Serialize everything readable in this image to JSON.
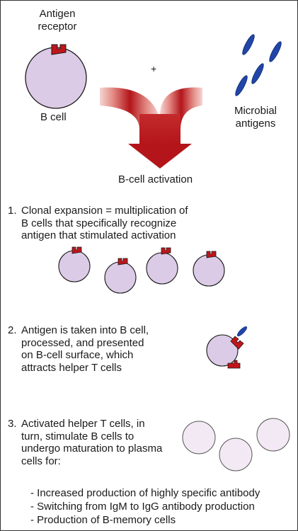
{
  "top": {
    "antigen_receptor_label": [
      "Antigen",
      "receptor"
    ],
    "plus": "+",
    "b_cell_label": "B cell",
    "microbial_label": [
      "Microbial",
      "antigens"
    ],
    "activation_label": "B-cell activation"
  },
  "steps": [
    {
      "number": "1.",
      "lines": [
        "Clonal expansion = multiplication of",
        "B cells that specifically recognize",
        "antigen that stimulated activation"
      ]
    },
    {
      "number": "2.",
      "lines": [
        "Antigen is taken into B cell,",
        "processed, and presented",
        "on B-cell surface, which",
        "attracts helper T cells"
      ]
    },
    {
      "number": "3.",
      "lines": [
        "Activated helper T cells, in",
        "turn, stimulate B cells to",
        "undergo maturation to plasma",
        "cells for:"
      ]
    }
  ],
  "bullets": [
    "- Increased production of highly specific antibody",
    "- Switching from IgM to IgG antibody production",
    "- Production of B-memory cells"
  ],
  "colors": {
    "b_cell_fill": "#dccbe6",
    "plasma_cell_fill": "#f3e9f4",
    "receptor_red": "#c0161b",
    "antigen_blue": "#2145a8",
    "arrow_dark": "#b3151a"
  }
}
